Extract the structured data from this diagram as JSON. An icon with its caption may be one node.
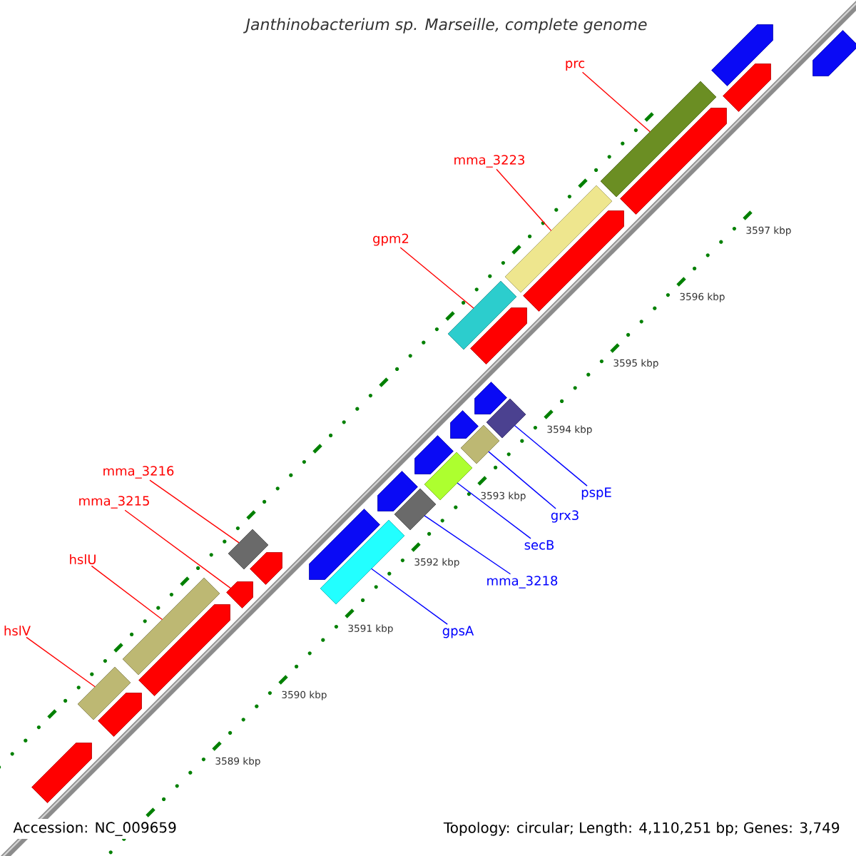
{
  "diagram": {
    "title": "Janthinobacterium sp. Marseille, complete genome",
    "nodes": [
      {
        "text": [
          "prc"
        ]
      },
      {
        "text": [],
        "shape": "bar"
      },
      {
        "text": [
          "mma_3223"
        ]
      },
      {
        "text": [],
        "shape": "bar"
      },
      {
        "text": [
          "gpm2"
        ]
      },
      {
        "text": [],
        "shape": "bar"
      },
      {
        "text": [
          "mma_3216"
        ]
      },
      {
        "text": [],
        "shape": "bar"
      },
      {
        "text": [
          "mma_3215"
        ]
      },
      {
        "text": [],
        "shape": "arrow"
      },
      {
        "text": [
          "hslU"
        ]
      },
      {
        "text": [],
        "shape": "bar"
      },
      {
        "text": [
          "hslV"
        ]
      },
      {
        "text": [],
        "shape": "bar"
      },
      {
        "text": [
          "pspE"
        ]
      },
      {
        "text": [],
        "shape": "bar"
      },
      {
        "text": [
          "grx3"
        ]
      },
      {
        "text": [],
        "shape": "bar"
      },
      {
        "text": [
          "secB"
        ]
      },
      {
        "text": [],
        "shape": "bar"
      },
      {
        "text": [
          "mma_3218"
        ]
      },
      {
        "text": [],
        "shape": "bar"
      },
      {
        "text": [
          "gpsA"
        ]
      },
      {
        "text": [],
        "shape": "bar"
      },
      {
        "text": [],
        "shape": "arrow"
      },
      {
        "text": [],
        "shape": "arrow"
      },
      {
        "text": [],
        "shape": "arrow"
      },
      {
        "text": [],
        "shape": "arrow"
      },
      {
        "text": [],
        "shape": "arrow"
      },
      {
        "text": [],
        "shape": "arrow"
      },
      {
        "text": [],
        "shape": "arrow"
      },
      {
        "text": [],
        "shape": "arrow"
      },
      {
        "text": [],
        "shape": "arrow"
      },
      {
        "text": [],
        "shape": "arrow"
      },
      {
        "text": [],
        "shape": "arrow"
      },
      {
        "text": [],
        "shape": "arrow"
      },
      {
        "text": [],
        "shape": "arrow"
      },
      {
        "text": [],
        "shape": "arrow"
      },
      {
        "text": [],
        "shape": "arrow"
      }
    ],
    "edges": [
      {
        "from": 0,
        "to": 1,
        "arrow": "none"
      },
      {
        "from": 2,
        "to": 3,
        "arrow": "none"
      },
      {
        "from": 4,
        "to": 5,
        "arrow": "none"
      },
      {
        "from": 6,
        "to": 7,
        "arrow": "none"
      },
      {
        "from": 8,
        "to": 9,
        "arrow": "none"
      },
      {
        "from": 10,
        "to": 11,
        "arrow": "none"
      },
      {
        "from": 12,
        "to": 13,
        "arrow": "none"
      },
      {
        "from": 14,
        "to": 15,
        "arrow": "none",
        "color": "#0000ff"
      },
      {
        "from": 16,
        "to": 17,
        "arrow": "none",
        "color": "#0000ff"
      },
      {
        "from": 18,
        "to": 19,
        "arrow": "none",
        "color": "#0000ff"
      },
      {
        "from": 20,
        "to": 21,
        "arrow": "none",
        "color": "#0000ff"
      },
      {
        "from": 22,
        "to": 23,
        "arrow": "none",
        "color": "#0000ff"
      }
    ],
    "labels": [
      "3597 kbp",
      "3596 kbp",
      "3595 kbp",
      "3594 kbp",
      "3593 kbp",
      "3592 kbp",
      "3591 kbp",
      "3590 kbp",
      "3589 kbp",
      "Accession: NC_009659",
      "Topology: circular; Length: 4,110,251 bp; Genes: 3,749"
    ]
  }
}
